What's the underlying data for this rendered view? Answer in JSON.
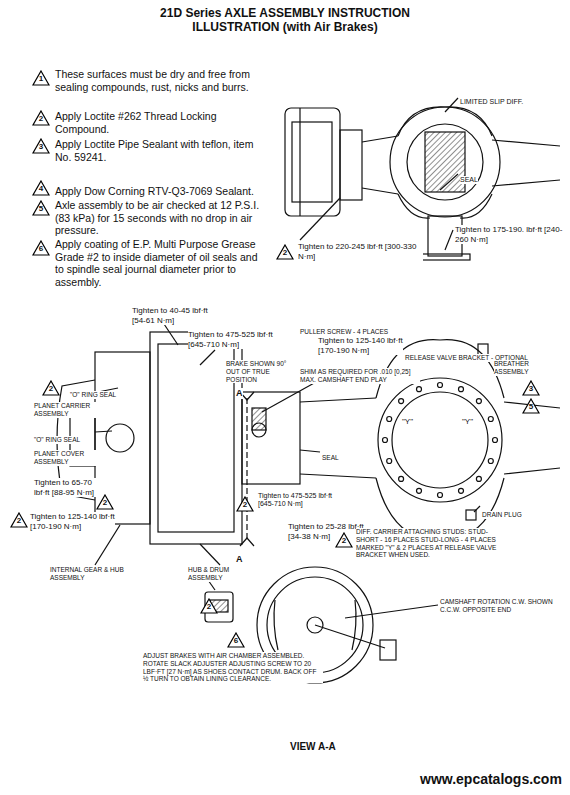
{
  "diagram": {
    "title": "21D Series AXLE ASSEMBLY INSTRUCTION ILLUSTRATION (with Air Brakes)",
    "labels": [
      "1",
      "These surfaces must be dry and free from sealing compounds, rust, nicks and burrs.",
      "2",
      "Apply Loctite #262 Thread Locking Compound.",
      "3",
      "Apply Loctite Pipe Sealant with teflon, item No. 59241.",
      "4",
      "Apply Dow Corning RTV-Q3-7069 Sealant.",
      "5",
      "Axle assembly to be air checked at 12 P.S.I. (83 kPa) for 15 seconds with no drop in air pressure.",
      "6",
      "Apply coating of E.P. Multi Purpose Grease Grade #2 to inside diameter of oil seals and to spindle seal journal diameter prior to assembly.",
      "LIMITED SLIP DIFF.",
      "SEAL",
      "Tighten to 175-190. lbf·ft [240-260 N·m]",
      "2",
      "Tighten to 220-245 lbf·ft [300-330 N·m]",
      "Tighten to 40-45 lbf·ft [54-61 N·m]",
      "Tighten to 475-525 lbf·ft [645-710 N·m]",
      "BRAKE SHOWN 90° OUT OF TRUE POSITION",
      "SHIM AS REQUIRED FOR .010 [0,25] MAX. CAMSHAFT END PLAY",
      "PULLER SCREW - 4 PLACES",
      "Tighten to 125-140 lbf·ft [170-190 N·m]",
      "RELEASE VALVE BRACKET - OPTIONAL",
      "BREATHER ASSEMBLY",
      "3",
      "5",
      "\"O\" RING SEAL",
      "2",
      "PLANET CARRIER ASSEMBLY",
      "\"O\" RING SEAL",
      "PLANET COVER ASSEMBLY",
      "Tighten to 65-70 lbf·ft [88-95 N·m]",
      "2",
      "A",
      "A",
      "SEAL",
      "\"Y\"",
      "\"Y\"",
      "DRAIN PLUG",
      "2",
      "Tighten to 125-140 lbf·ft [170-190 N·m]",
      "2",
      "Tighten to 475-525 lbf·ft [645-710 N·m]",
      "Tighten to 25-28 lbf·ft [34-38 N·m]",
      "2",
      "DIFF. CARRIER ATTACHING STUDS: STUD-SHORT - 16 PLACES STUD-LONG - 4 PLACES MARKED \"Y\" & 2 PLACES AT RELEASE VALVE BRACKET WHEN USED.",
      "INTERNAL GEAR & HUB ASSEMBLY",
      "HUB & DRUM ASSEMBLY",
      "2",
      "6",
      "CAMSHAFT ROTATION C.W. SHOWN C.C.W. OPPOSITE END",
      "ADJUST BRAKES WITH AIR CHAMBER ASSEMBLED. ROTATE SLACK ADJUSTER ADJUSTING SCREW TO 20 LBF·FT [27 N·m] AS SHOES CONTACT DRUM. BACK OFF ½ TURN TO OBTAIN LINING CLEARANCE.",
      "VIEW A-A",
      "www.epcatalogs.com"
    ]
  }
}
